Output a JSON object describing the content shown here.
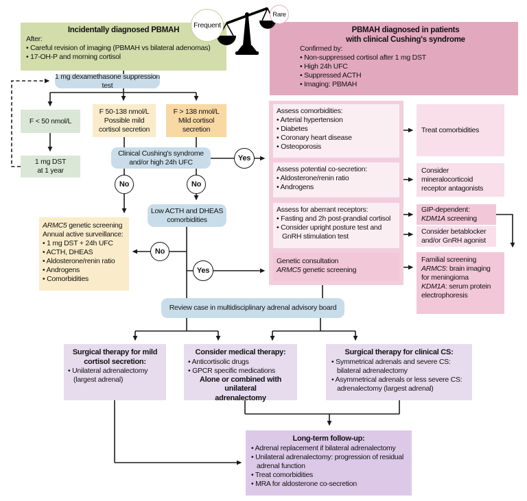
{
  "legend": {
    "frequent": "Frequent",
    "rare": "Rare"
  },
  "decisions": {
    "yes": "Yes",
    "no": "No"
  },
  "nodes": {
    "incidental": {
      "title": "Incidentally diagnosed PBMAH",
      "intro": "After:",
      "bullets": [
        "Careful revision of imaging (PBMAH vs bilateral adenomas)",
        "17-OH-P and morning cortisol"
      ]
    },
    "cushing": {
      "title_line1": "PBMAH diagnosed in patients",
      "title_line2": "with clinical Cushing's syndrome",
      "intro": "Confirmed by:",
      "bullets": [
        "Non-suppressed cortisol after 1 mg DST",
        "High 24h UFC",
        "Suppressed ACTH",
        "Imaging: PBMAH"
      ]
    },
    "dst": {
      "label": "1 mg dexamethasone suppression test"
    },
    "f_low": {
      "line1": "F < 50 nmol/L"
    },
    "f_mid": {
      "line1": "F 50-138 nmol/L",
      "line2": "Possible mild",
      "line3": "cortisol secretion"
    },
    "f_high": {
      "line1": "F > 138 nmol/L",
      "line2": "Mild cortisol",
      "line3": "secretion"
    },
    "dst_1yr": {
      "line1": "1 mg DST",
      "line2": "at 1 year"
    },
    "clinical": {
      "line1": "Clinical Cushing's syndrome",
      "line2": "and/or high 24h UFC"
    },
    "low_acth": {
      "line1": "Low ACTH and DHEAS",
      "line2": "comorbidities"
    },
    "armc5_surv": {
      "gene": "ARMC5",
      "line1_rest": "genetic screening",
      "line2": "Annual active surveillance:",
      "bullets": [
        "1 mg DST + 24h UFC",
        "ACTH, DHEAS",
        "Aldosterone/renin ratio",
        "Androgens",
        "Comorbidities"
      ]
    },
    "assess_comorb": {
      "title": "Assess comorbidities:",
      "bullets": [
        "Arterial hypertension",
        "Diabetes",
        "Coronary heart disease",
        "Osteoporosis"
      ]
    },
    "treat_comorb": {
      "label": "Treat comorbidities"
    },
    "assess_cosec": {
      "title": "Assess potential co-secretion:",
      "bullets": [
        "Aldosterone/renin ratio",
        "Androgens"
      ]
    },
    "mineralo": {
      "line1": "Consider",
      "line2": "mineralocorticoid",
      "line3": "receptor antagonists"
    },
    "assess_aberrant": {
      "title": "Assess for aberrant receptors:",
      "bullets": [
        "Fasting and 2h post-prandial cortisol",
        "Consider upright posture test and GnRH stimulation test"
      ]
    },
    "gip": {
      "line1": "GIP-dependent:",
      "gene": "KDM1A",
      "line2_rest": "screening"
    },
    "betablocker": {
      "line1": "Consider betablocker",
      "line2": "and/or GnRH agonist"
    },
    "genetic_consult": {
      "line1": "Genetic consultation",
      "gene": "ARMC5",
      "line2_rest": "genetic screening"
    },
    "familial": {
      "line1": "Familial screening",
      "gene1": "ARMC5",
      "line2_rest": ": brain imaging for meningioma",
      "gene2": "KDM1A",
      "line3_rest": ": serum protein electrophoresis"
    },
    "review": {
      "label": "Review case in multidisciplinary adrenal advisory board"
    },
    "surg_mild": {
      "title_line1": "Surgical therapy for mild",
      "title_line2": "cortisol secretion:",
      "bullets": [
        "Unilateral adrenalectomy (largest adrenal)"
      ]
    },
    "medical": {
      "title": "Consider medical therapy:",
      "bullets": [
        "Anticortisolic drugs",
        "GPCR specific medications"
      ],
      "footer_line1": "Alone or combined with unilateral",
      "footer_line2": "adrenalectomy"
    },
    "surg_cs": {
      "title": "Surgical therapy for clinical CS:",
      "bullets": [
        "Symmetrical adrenals and severe CS: bilateral adrenalectomy",
        "Asymmetrical adrenals or less severe CS: adrenalectomy (largest adrenal)"
      ]
    },
    "followup": {
      "title": "Long-term follow-up:",
      "bullets": [
        "Adrenal replacement if bilateral adrenalectomy",
        "Unilateral adrenalectomy: progression of residual adrenal function",
        "Treat comorbidities",
        "MRA for aldosterone co-secretion"
      ]
    }
  },
  "colors": {
    "green_header": "#d3dcab",
    "pale_green": "#dbe7d6",
    "blue": "#c8dde9",
    "cream": "#faeccb",
    "orange": "#f8d8a3",
    "pink_header": "#e2a8be",
    "pink_container": "#f2cedd",
    "pink_pale": "#fbeef3",
    "pink_light": "#f8dfe9",
    "pink_medium": "#f2c7d8",
    "lavender": "#e7dcee",
    "lavender_deep": "#dcc9e8",
    "line": "#1a1a1a"
  }
}
